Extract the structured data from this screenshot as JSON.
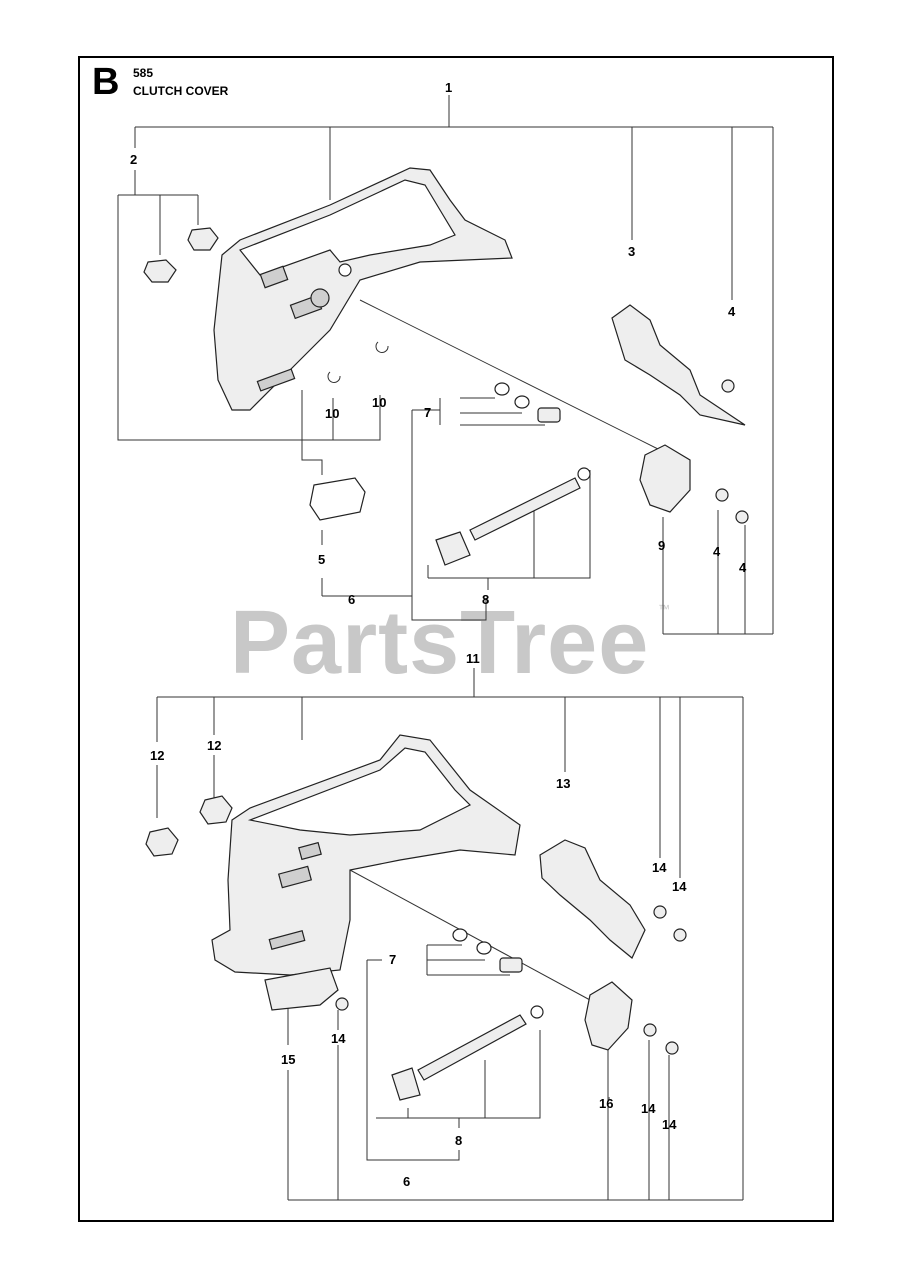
{
  "header": {
    "section_letter": "B",
    "model": "585",
    "title": "CLUTCH COVER"
  },
  "watermark": {
    "text": "PartsTree",
    "trademark": "™"
  },
  "callouts": {
    "c1": "1",
    "c2": "2",
    "c3": "3",
    "c4a": "4",
    "c4b": "4",
    "c4c": "4",
    "c5": "5",
    "c6a": "6",
    "c7a": "7",
    "c8a": "8",
    "c9": "9",
    "c10a": "10",
    "c10b": "10",
    "c11": "11",
    "c12a": "12",
    "c12b": "12",
    "c13": "13",
    "c14a": "14",
    "c14b": "14",
    "c14c": "14",
    "c14d": "14",
    "c14e": "14",
    "c15": "15",
    "c16": "16",
    "c7b": "7",
    "c8b": "8",
    "c6b": "6"
  }
}
